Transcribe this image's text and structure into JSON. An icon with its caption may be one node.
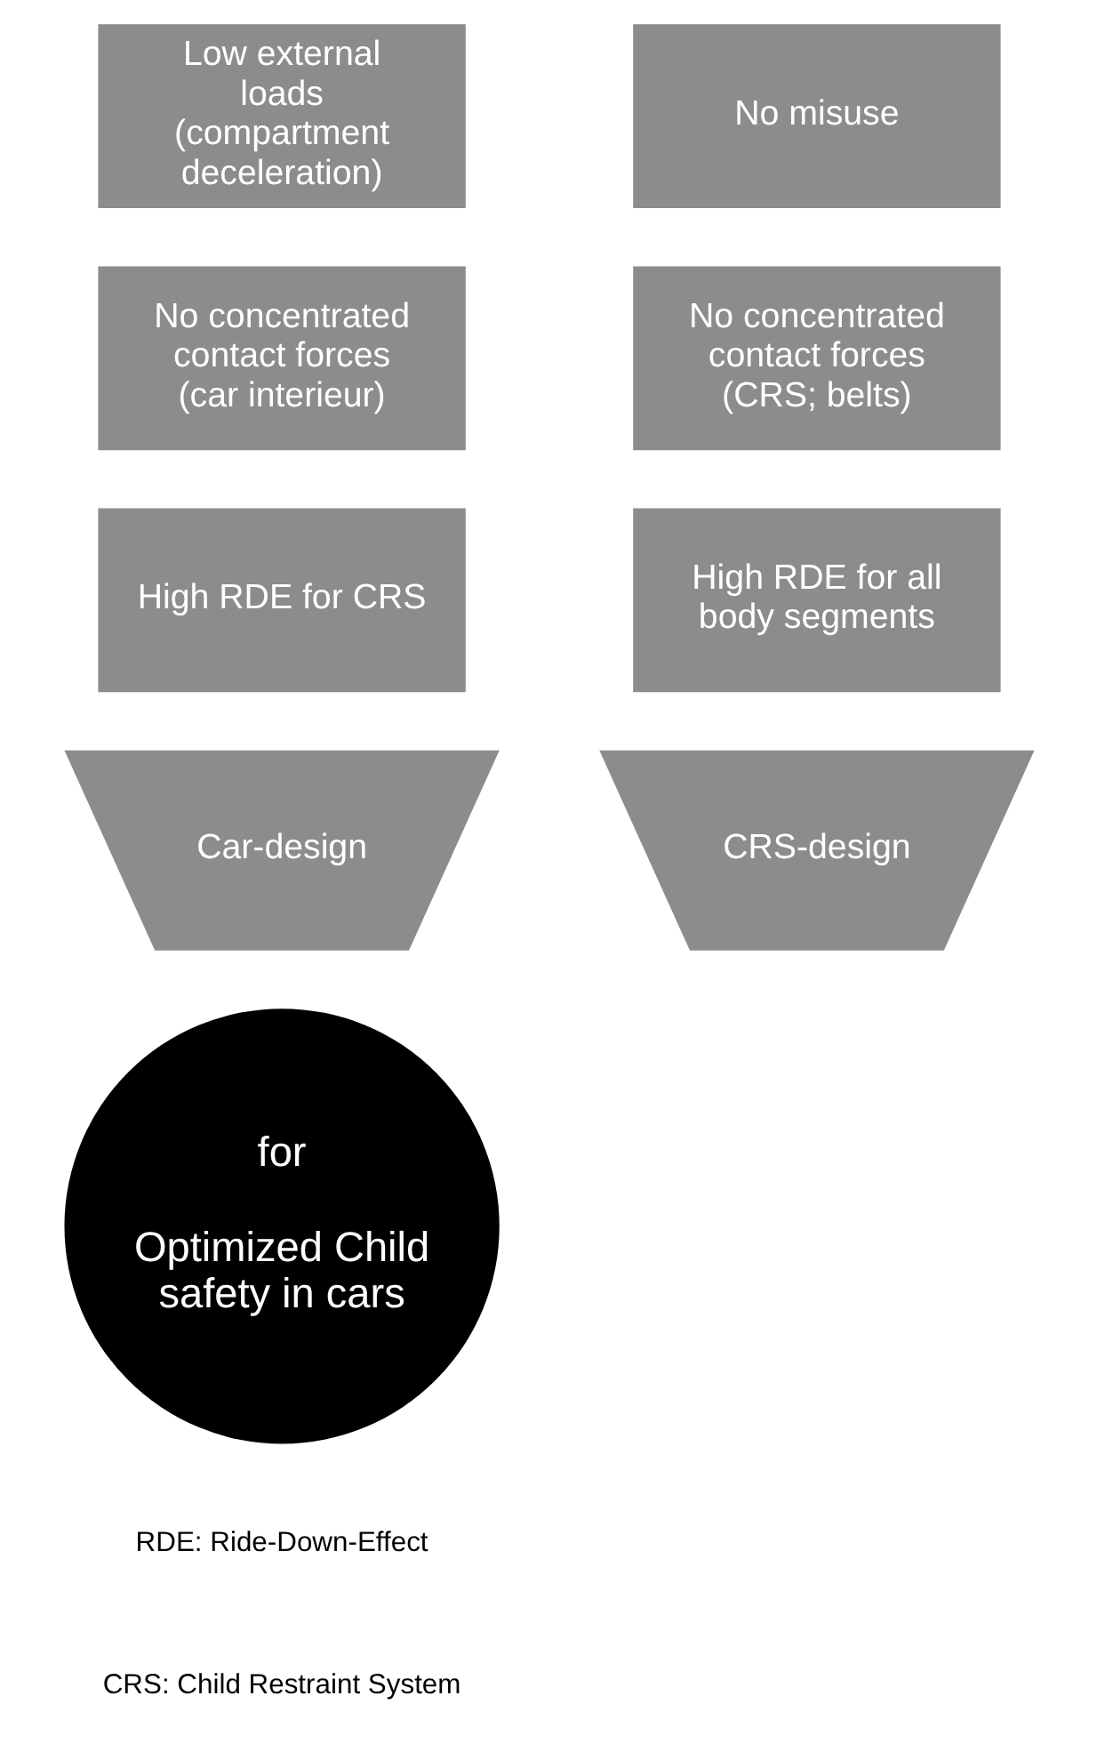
{
  "diagram": {
    "nodes": [
      {
        "text": [
          "Low external loads (compartment deceleration)"
        ]
      },
      {
        "text": [
          "No misuse"
        ]
      },
      {
        "text": [
          "No concentrated contact forces (car interieur)"
        ]
      },
      {
        "text": [
          "No concentrated contact forces (CRS; belts)"
        ]
      },
      {
        "text": [
          "High RDE for CRS"
        ]
      },
      {
        "text": [
          "High RDE for all body segments"
        ]
      },
      {
        "text": [
          "Car-design"
        ]
      },
      {
        "text": [
          "CRS-design"
        ]
      },
      {
        "text": [
          "for",
          "Optimized Child safety in cars"
        ]
      }
    ],
    "edges": [],
    "labels": [
      "RDE: Ride-Down-Effect",
      "CRS: Child Restraint System"
    ]
  }
}
